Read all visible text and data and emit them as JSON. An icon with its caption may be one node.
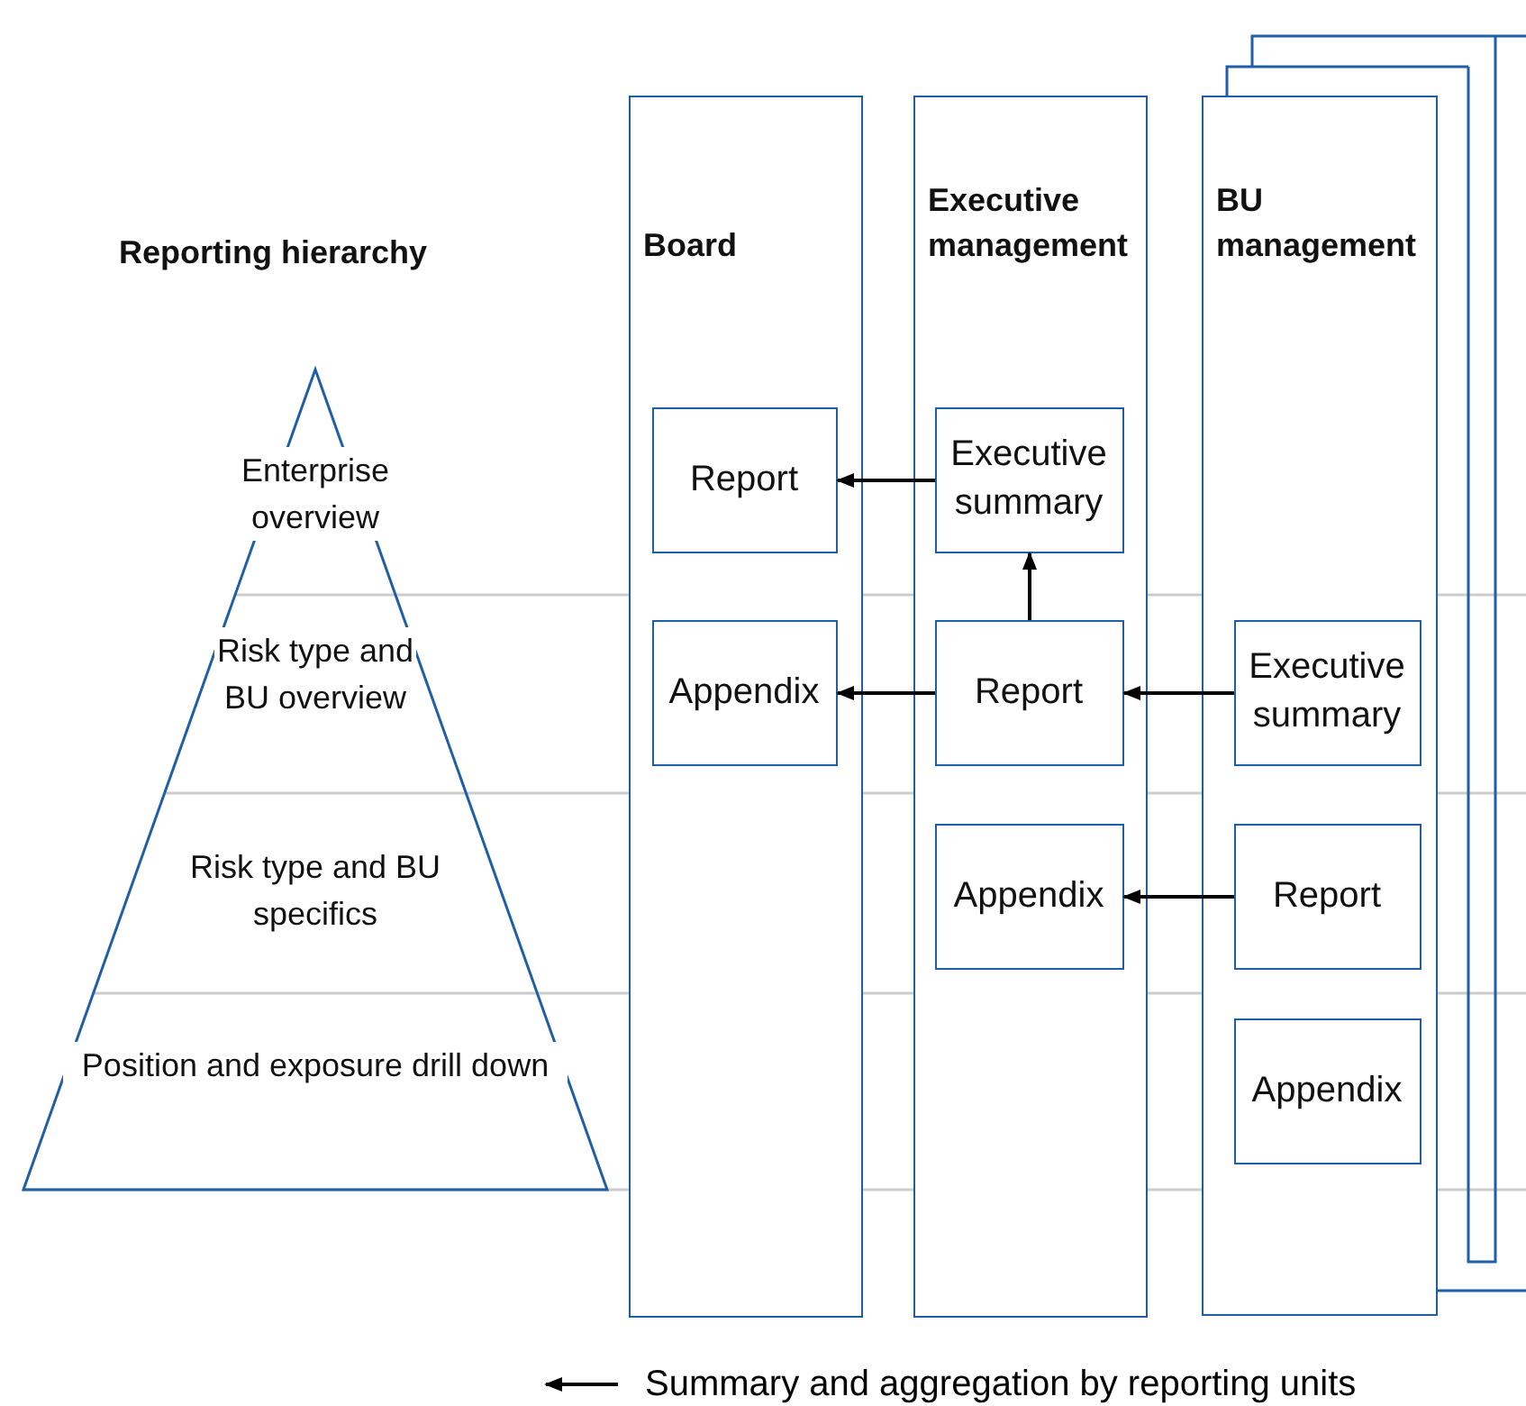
{
  "diagram": {
    "nodes": [
      {
        "text": [
          "Reporting hierarchy",
          "Enterprise overview",
          "Risk type and BU overview",
          "Risk type and BU specifics",
          "Position and exposure drill down"
        ]
      },
      {
        "text": [
          "Board"
        ]
      },
      {
        "text": [
          "Report"
        ],
        "in": 1
      },
      {
        "text": [
          "Appendix"
        ],
        "in": 1
      },
      {
        "text": [
          "Executive management"
        ]
      },
      {
        "text": [
          "Executive summary"
        ],
        "in": 4
      },
      {
        "text": [
          "Report"
        ],
        "in": 4
      },
      {
        "text": [
          "Appendix"
        ],
        "in": 4
      },
      {
        "text": [
          "BU management"
        ]
      },
      {
        "text": [
          "Executive summary"
        ],
        "in": 8
      },
      {
        "text": [
          "Report"
        ],
        "in": 8
      },
      {
        "text": [
          "Appendix"
        ],
        "in": 8
      }
    ],
    "edges": [
      {
        "from": 5,
        "to": 2,
        "arrow": "to"
      },
      {
        "from": 6,
        "to": 5,
        "arrow": "to"
      },
      {
        "from": 6,
        "to": 3,
        "arrow": "to"
      },
      {
        "from": 9,
        "to": 6,
        "arrow": "to"
      },
      {
        "from": 10,
        "to": 7,
        "arrow": "to"
      }
    ],
    "legend": [
      {
        "text": "Summary and aggregation by reporting units"
      }
    ]
  }
}
